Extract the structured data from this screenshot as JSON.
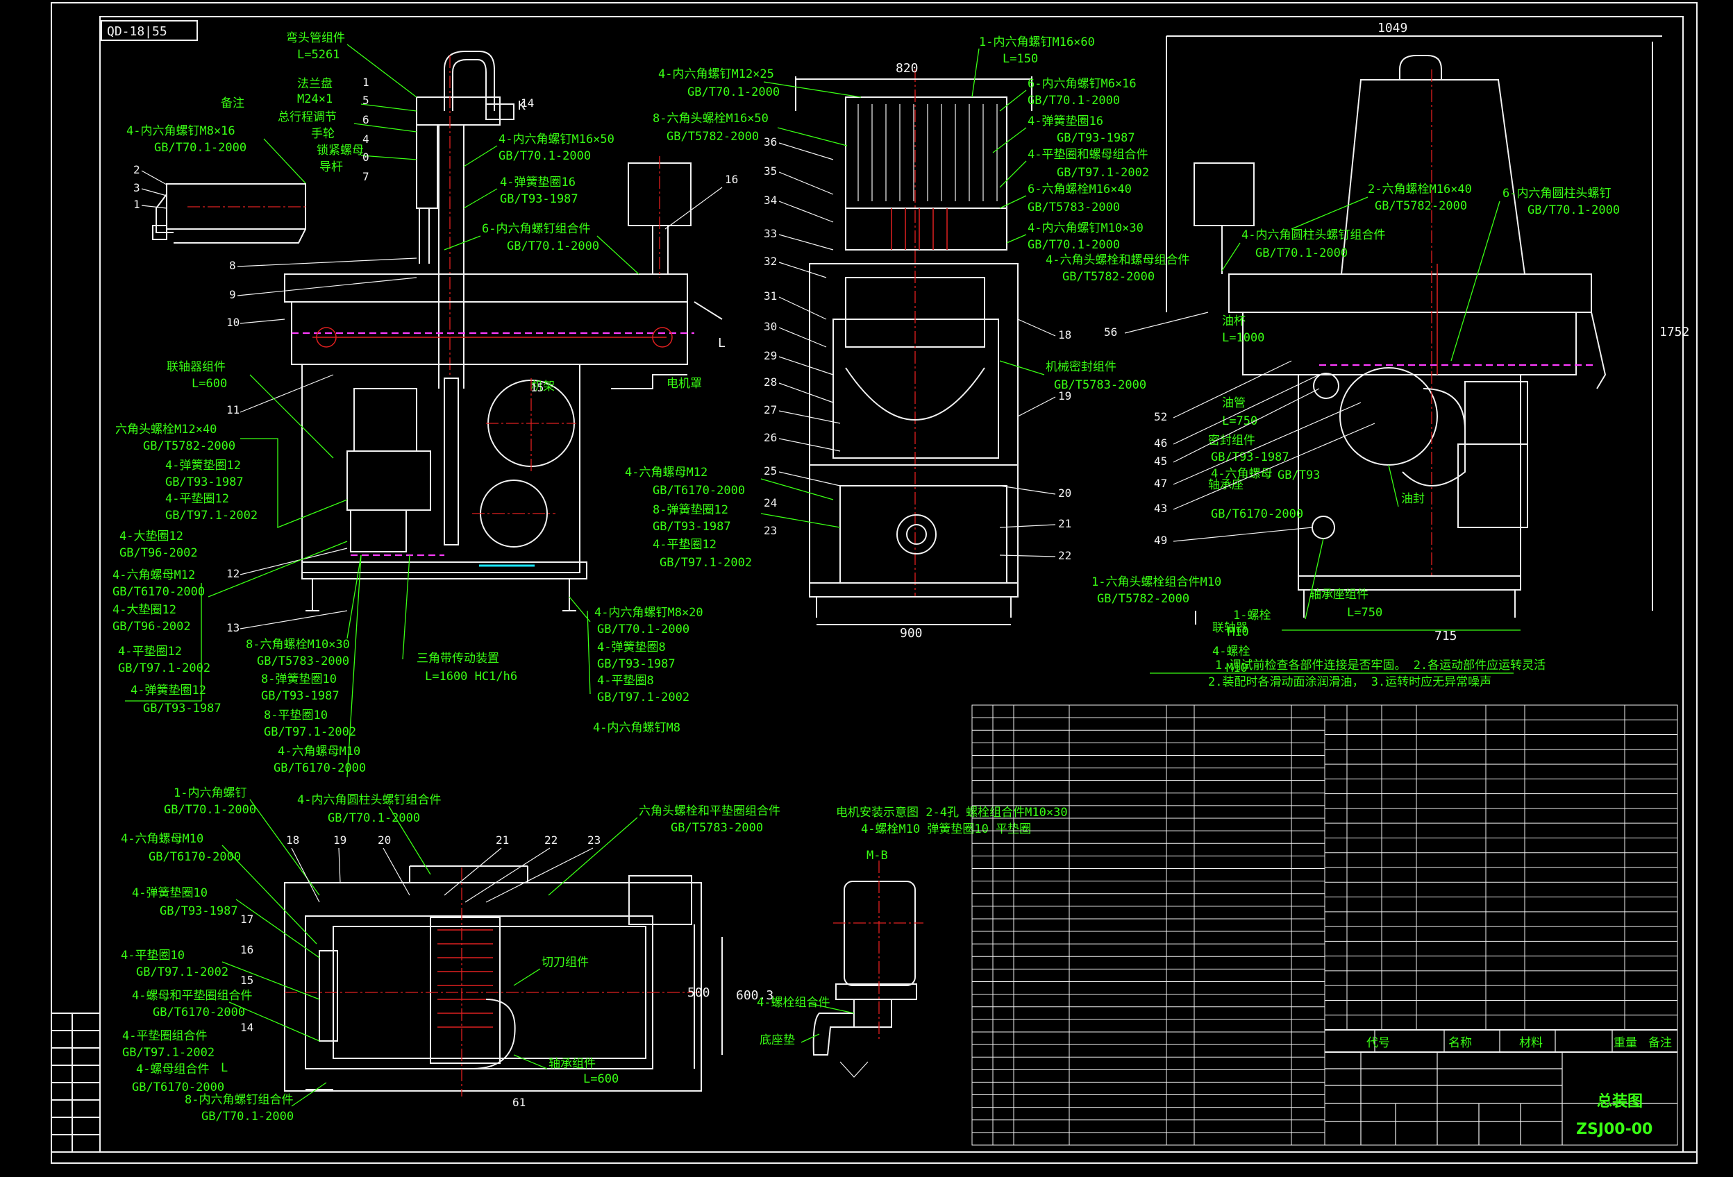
{
  "sheet": {
    "drawing_code": "QD-18|55",
    "title_block_name": "总装图",
    "title_block_number": "ZSJ00-00",
    "title_headers": [
      "代号",
      "名称",
      "材料",
      "重量",
      "备注"
    ],
    "colors": {
      "background": "#000000",
      "outline": "#f2f2f2",
      "annotation": "#39ff14",
      "centerline": "#e02020",
      "hidden": "#ff3cff",
      "accent": "#19e6ff"
    }
  },
  "front_view": {
    "callouts": [
      {
        "text": "弯头管组件",
        "sub": "L=5261"
      },
      {
        "text": "法兰盘",
        "sub": "M24×1"
      },
      {
        "text": "总行程调节",
        "sub": ""
      },
      {
        "text": "手轮",
        "sub": ""
      },
      {
        "text": "锁紧螺母",
        "sub": ""
      },
      {
        "text": "导杆",
        "sub": ""
      },
      {
        "text": "4-内六角螺钉M16×50",
        "sub": "GB/T70.1-2000"
      },
      {
        "text": "4-弹簧垫圈16",
        "sub": "GB/T93-1987"
      },
      {
        "text": "6-内六角螺钉组合件",
        "sub": "GB/T70.1-2000"
      },
      {
        "text": "电机罩",
        "sub": ""
      }
    ],
    "left_callouts": [
      {
        "text": "4-内六角螺钉M8×16",
        "sub": "GB/T70.1-2000"
      },
      {
        "text": "联轴器组件",
        "sub": "L=600"
      },
      {
        "text": "六角头螺栓M12×40",
        "sub": "GB/T5782-2000"
      },
      {
        "text": "4-弹簧垫圈12",
        "sub": "GB/T93-1987"
      },
      {
        "text": "4-平垫圈12",
        "sub": "GB/T97.1-2002"
      },
      {
        "text": "4-大垫圈12",
        "sub": "GB/T96-2002"
      },
      {
        "text": "4-六角螺母M12",
        "sub": "GB/T6170-2000"
      }
    ],
    "bottom_callouts": [
      {
        "text": "8-六角螺栓M10×30",
        "sub": "GB/T5783-2000"
      },
      {
        "text": "8-弹簧垫圈10",
        "sub": "GB/T93-1987"
      },
      {
        "text": "8-平垫圈10",
        "sub": "GB/T97.1-2002"
      },
      {
        "text": "三角带传动装置",
        "sub": "L=1600   HC1/h6"
      },
      {
        "text": "4-内六角螺钉M8×20",
        "sub": "GB/T70.1-2000"
      },
      {
        "text": "4-弹簧垫圈8",
        "sub": "GB/T93-1987"
      },
      {
        "text": "4-平垫圈8",
        "sub": "GB/T97.1-2002"
      }
    ],
    "label_note": "备注",
    "label_k": "K",
    "label_l": "L",
    "label_l_note": "机架"
  },
  "side_view": {
    "top_dim": "820",
    "bottom_dim": "900",
    "callouts": [
      {
        "text": "1-内六角螺钉M16×60",
        "sub": "L=150"
      },
      {
        "text": "4-内六角螺钉M12×25",
        "sub": "GB/T70.1-2000"
      },
      {
        "text": "8-六角头螺栓M16×50",
        "sub": "GB/T5782-2000"
      },
      {
        "text": "6-内六角螺钉M6×16",
        "sub": "GB/T70.1-2000"
      },
      {
        "text": "4-弹簧垫圈16",
        "sub": "GB/T93-1987"
      },
      {
        "text": "4-平垫圈和螺母组合件",
        "sub": "GB/T97.1-2002"
      },
      {
        "text": "6-六角螺栓M16×40",
        "sub": "GB/T5783-2000"
      },
      {
        "text": "4-内六角螺钉M10×30",
        "sub": "GB/T70.1-2000"
      },
      {
        "text": "4-六角头螺栓和螺母组合件",
        "sub": "GB/T5782-2000"
      },
      {
        "text": "机械密封组件",
        "sub": "GB/T5783-2000"
      },
      {
        "text": "4-六角螺母M12",
        "sub": "GB/T6170-2000"
      }
    ],
    "left_numbers": [
      "36",
      "35",
      "34",
      "33",
      "32",
      "31",
      "30",
      "29",
      "28",
      "27",
      "26",
      "25",
      "24",
      "23"
    ],
    "right_numbers": [
      "18",
      "19",
      "20",
      "21",
      "22"
    ]
  },
  "right_view": {
    "top_dim": "1049",
    "height_dim": "1752",
    "bottom_dim": "715",
    "callouts": [
      {
        "text": "2-六角螺栓M16×40",
        "sub": "GB/T5782-2000"
      },
      {
        "text": "6-内六角圆柱头螺钉",
        "sub": "GB/T70.1-2000"
      },
      {
        "text": "4-内六角圆柱头螺钉组合件",
        "sub": "GB/T70.1-2000"
      },
      {
        "text": "油杯",
        "sub": "L=1000"
      },
      {
        "text": "1-六角头螺栓组合件M10",
        "sub": "GB/T5782-2000"
      },
      {
        "text": "1-螺栓",
        "sub": "M10"
      },
      {
        "text": "联轴器",
        "sub": ""
      },
      {
        "text": "轴承座组件",
        "sub": "L=750"
      },
      {
        "text": "油封",
        "sub": ""
      }
    ],
    "note_1": "1.调试前检查各部件连接是否牢固。  2.各运动部件应运转灵活",
    "note_2": "2.装配时各滑动面涂润滑油，  3.运转时应无异常噪声"
  },
  "top_view": {
    "callouts": [
      {
        "text": "1-内六角螺钉",
        "sub": "GB/T70.1-2000"
      },
      {
        "text": "4-内六角圆柱头螺钉组合件",
        "sub": "GB/T70.1-2000"
      },
      {
        "text": "六角头螺栓和平垫圈组合件",
        "sub": "GB/T5783-2000"
      },
      {
        "text": "4-六角螺母M10",
        "sub": "GB/T6170-2000"
      },
      {
        "text": "4-弹簧垫圈10",
        "sub": "GB/T93-1987"
      },
      {
        "text": "4-平垫圈10",
        "sub": "GB/T97.1-2002"
      },
      {
        "text": "4-螺母和平垫圈组合件",
        "sub": "GB/T6170-2000"
      },
      {
        "text": "8-内六角螺钉组合件",
        "sub": "GB/T70.1-2000"
      },
      {
        "text": "切刀组件",
        "sub": ""
      },
      {
        "text": "轴承组件",
        "sub": "L=600"
      }
    ],
    "numbers": [
      "18",
      "19",
      "20",
      "21",
      "22",
      "23"
    ],
    "dim_right": "500",
    "dim_far": "600.3"
  },
  "motor_detail": {
    "title": "M-B",
    "note": "电机安装示意图  2-4孔  螺栓组合件M10×30",
    "sub_note": "4-螺栓M10  弹簧垫圈10  平垫圈",
    "callouts": [
      {
        "text": "4-螺栓组合件",
        "sub": ""
      },
      {
        "text": "底座垫",
        "sub": ""
      }
    ]
  },
  "bom": {
    "left_rows": 35,
    "right_rows": 22
  }
}
